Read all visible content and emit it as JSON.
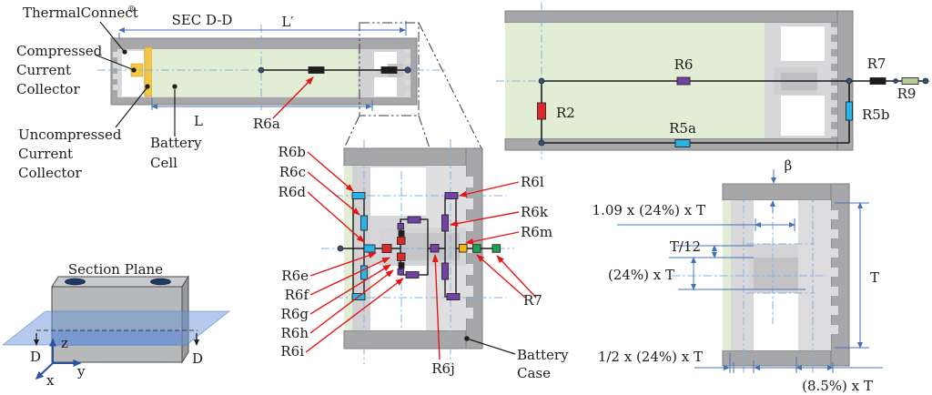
{
  "figure_sec_dd": {
    "title": "SEC D-D",
    "thermal_connect": "ThermalConnect",
    "registered_mark": "®",
    "compressed_collector": [
      "Compressed",
      "Current",
      "Collector"
    ],
    "uncompressed_collector": [
      "Uncompressed",
      "Current",
      "Collector"
    ],
    "battery_cell": [
      "Battery",
      "Cell"
    ],
    "dim_l_prime": "L′",
    "dim_l": "L",
    "label_r6a": "R6a"
  },
  "figure_cross_section": {
    "label_r6": "R6",
    "label_r2": "R2",
    "label_r5a": "R5a",
    "label_r5b": "R5b",
    "label_r7": "R7",
    "label_r9": "R9"
  },
  "figure_detail": {
    "label_r6b": "R6b",
    "label_r6c": "R6c",
    "label_r6d": "R6d",
    "label_r6e": "R6e",
    "label_r6f": "R6f",
    "label_r6g": "R6g",
    "label_r6h": "R6h",
    "label_r6i": "R6i",
    "label_r6j": "R6j",
    "label_r6k": "R6k",
    "label_r6l": "R6l",
    "label_r6m": "R6m",
    "label_r7": "R7",
    "battery_case": [
      "Battery",
      "Case"
    ]
  },
  "figure_section_plane": {
    "title": "Section Plane",
    "label_d_left": "D",
    "label_d_right": "D",
    "axis_x": "x",
    "axis_y": "y",
    "axis_z": "z"
  },
  "figure_dimensions": {
    "label_beta": "β",
    "dim_top_width": "1.09 x (24%) x T",
    "dim_t_over_12": "T/12",
    "dim_24_t": "(24%) x T",
    "dim_t": "T",
    "dim_half_24_t": "1/2 x (24%) x T",
    "dim_85_t": "(8.5%) x T"
  },
  "colors": {
    "case_gray": "#a7a7a9",
    "cell_green": "#e2edd5",
    "collector_yellow": "#f3c646",
    "resistor_red": "#e02828",
    "resistor_cyan": "#2ab3e6",
    "resistor_purple": "#7340a3",
    "resistor_green": "#1fa24f",
    "resistor_yellow": "#f7b500",
    "resistor_sage": "#b9cc94",
    "resistor_black": "#1c1c1c",
    "dimension_blue": "#4472b8",
    "centerline_blue": "#8ab1d8",
    "leader_red": "#e01818",
    "plane_blue": "#5b87d5"
  }
}
